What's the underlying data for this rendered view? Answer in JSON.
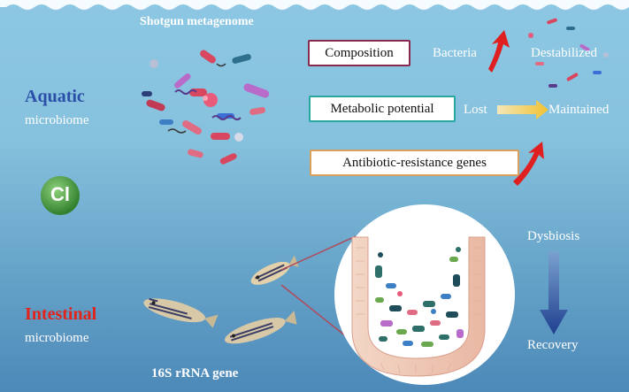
{
  "header": {
    "shotgun_label": "Shotgun metagenome"
  },
  "aquatic": {
    "title": "Aquatic",
    "subtitle": "microbiome",
    "title_color": "#2b4fa8"
  },
  "chemical": {
    "label": "Cl",
    "color": "#3e8f3a"
  },
  "intestinal": {
    "title": "Intestinal",
    "subtitle": "microbiome",
    "title_color": "#e2231a"
  },
  "footer": {
    "gene_label": "16S rRNA gene"
  },
  "findings": [
    {
      "box": "Composition",
      "box_border": "#8b2a4f",
      "from": "Bacteria",
      "arrow": "red-up-arrow",
      "to": "Destabilized"
    },
    {
      "box": "Metabolic potential",
      "box_border": "#27a7a0",
      "from": "Lost",
      "arrow": "yellow-right-arrow",
      "to": "Maintained"
    },
    {
      "box": "Antibiotic-resistance genes",
      "box_border": "#d9a05b",
      "arrow": "red-up-arrow"
    }
  ],
  "gut": {
    "top_state": "Dysbiosis",
    "bottom_state": "Recovery",
    "arrow": "blue-down-arrow"
  }
}
